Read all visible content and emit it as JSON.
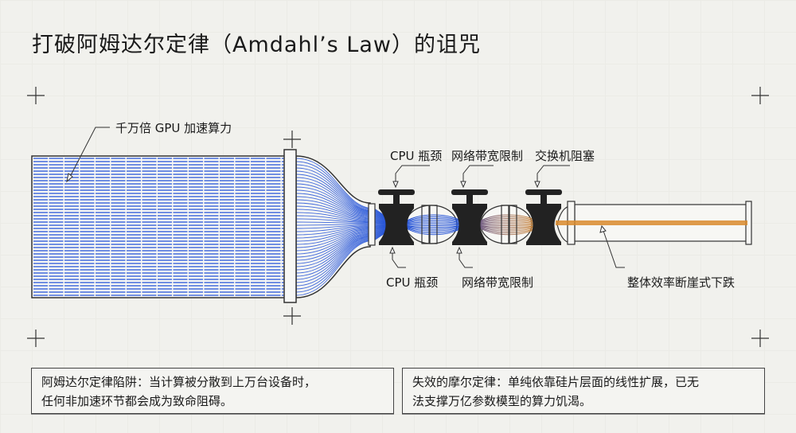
{
  "title": "打破阿姆达尔定律（Amdahl’s Law）的诅咒",
  "labels": {
    "gpu": "千万倍 GPU 加速算力",
    "top": [
      "CPU 瓶颈",
      "网络带宽限制",
      "交换机阻塞"
    ],
    "bottom": [
      "CPU 瓶颈",
      "网络带宽限制"
    ],
    "result": "整体效率断崖式下跌"
  },
  "boxes": [
    {
      "line1": "阿姆达尔定律陷阱：当计算被分散到上万台设备时，",
      "line2": "任何非加速环节都会成为致命阻碍。"
    },
    {
      "line1": "失效的摩尔定律：单纯依靠硅片层面的线性扩展，已无",
      "line2": "法支撑万亿参数模型的算力饥渴。"
    }
  ],
  "colors": {
    "gpu_flow": "#1f4fd6",
    "degraded_flow": "#d98a2b",
    "valve": "#222222"
  }
}
